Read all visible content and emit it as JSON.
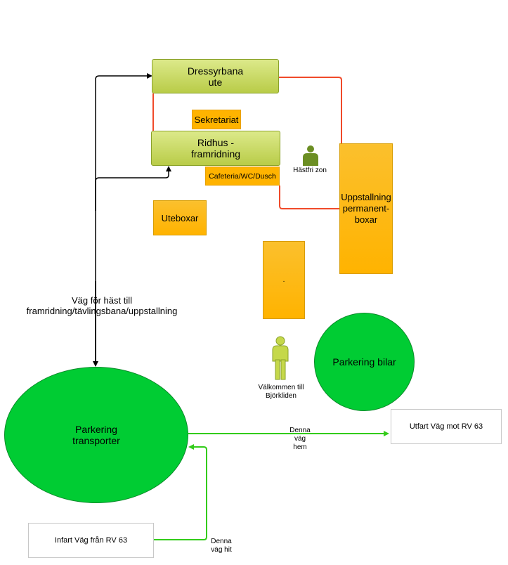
{
  "boxes": {
    "dressyrbana": "Dressyrbana\nute",
    "sekretariat": "Sekretariat",
    "ridhus": "Ridhus -\nframridning",
    "cafeteria": "Cafeteria/WC/Dusch",
    "uteboxar": "Uteboxar",
    "uppstallning": "Uppstallning\npermanent-\nboxar",
    "center_box": ".",
    "utfart": "Utfart Väg mot RV 63",
    "infart": "Infart Väg från RV 63"
  },
  "circles": {
    "parkering_bilar": "Parkering bilar",
    "parkering_transporter": "Parkering\ntransporter"
  },
  "labels": {
    "hastfri_zon": "Hästfri zon",
    "valkommen": "Välkommen till\nBjörkliden",
    "vag_for_hast": "Väg för häst till\nframridning/tävlingsbana/uppstallning",
    "denna_vag_hem": "Denna\nväg\nhem",
    "denna_vag_hit": "Denna\nväg hit"
  },
  "icons": {
    "hastfri_person": "person-icon",
    "valkommen_person": "person-icon"
  },
  "colors": {
    "red_line": "#f04a2a",
    "green_line": "#33cc1a",
    "black_line": "#000000",
    "person_dark": "#6b8e23",
    "person_light": "#c5d84a"
  }
}
